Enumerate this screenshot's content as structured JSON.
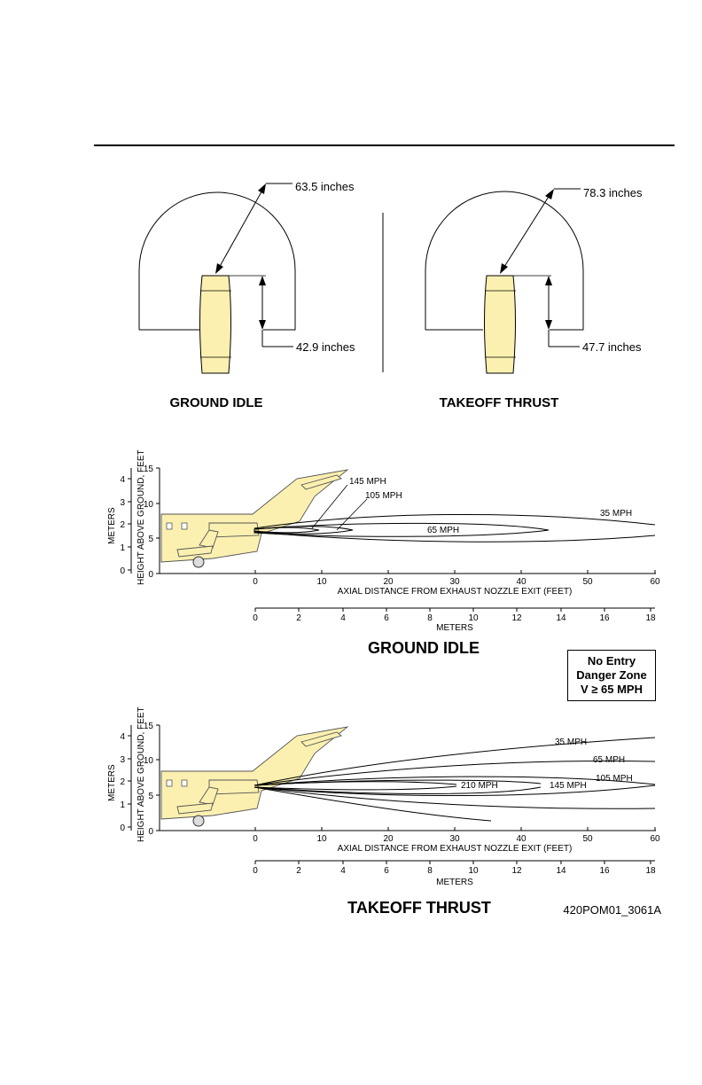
{
  "engine_diagrams": {
    "ground_idle": {
      "title": "GROUND IDLE",
      "radius_label": "63.5 inches",
      "height_label": "42.9 inches"
    },
    "takeoff": {
      "title": "TAKEOFF THRUST",
      "radius_label": "78.3 inches",
      "height_label": "47.7 inches"
    }
  },
  "plots": {
    "ground_idle": {
      "title": "GROUND IDLE",
      "contours": [
        "145 MPH",
        "105 MPH",
        "65 MPH",
        "35 MPH"
      ]
    },
    "takeoff": {
      "title": "TAKEOFF THRUST",
      "contours": [
        "35 MPH",
        "65 MPH",
        "105 MPH",
        "145 MPH",
        "210 MPH"
      ]
    },
    "y_label_feet": "HEIGHT ABOVE GROUND, FEET",
    "y_label_meters": "METERS",
    "x_label_feet": "AXIAL DISTANCE FROM EXHAUST NOZZLE EXIT (FEET)",
    "x_label_meters": "METERS",
    "feet_ticks": [
      "0",
      "10",
      "20",
      "30",
      "40",
      "50",
      "60"
    ],
    "meter_ticks": [
      "0",
      "2",
      "4",
      "6",
      "8",
      "10",
      "12",
      "14",
      "16",
      "18"
    ],
    "y_feet_ticks": [
      "0",
      "5",
      "10",
      "15"
    ],
    "y_meter_ticks": [
      "0",
      "1",
      "2",
      "3",
      "4"
    ]
  },
  "legend": {
    "line1": "No Entry",
    "line2": "Danger Zone",
    "line3": "V ≥ 65 MPH"
  },
  "figure_id": "420POM01_3061A",
  "colors": {
    "engine_fill": "#fbf0b0"
  }
}
